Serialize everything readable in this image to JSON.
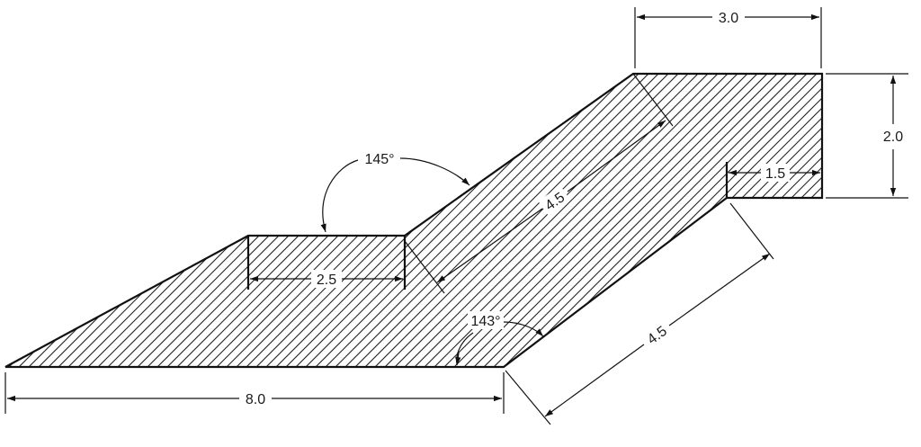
{
  "diagram": {
    "colors": {
      "line": "#111111",
      "hatch": "#222222",
      "background": "#ffffff"
    },
    "dimensions": {
      "bottom_length": "8.0",
      "pocket_width": "2.5",
      "top_angle": "145°",
      "bottom_angle": "143°",
      "inner_slope": "4.5",
      "outer_slope": "4.5",
      "top_width": "3.0",
      "right_height": "2.0",
      "notch_depth": "1.5"
    }
  }
}
